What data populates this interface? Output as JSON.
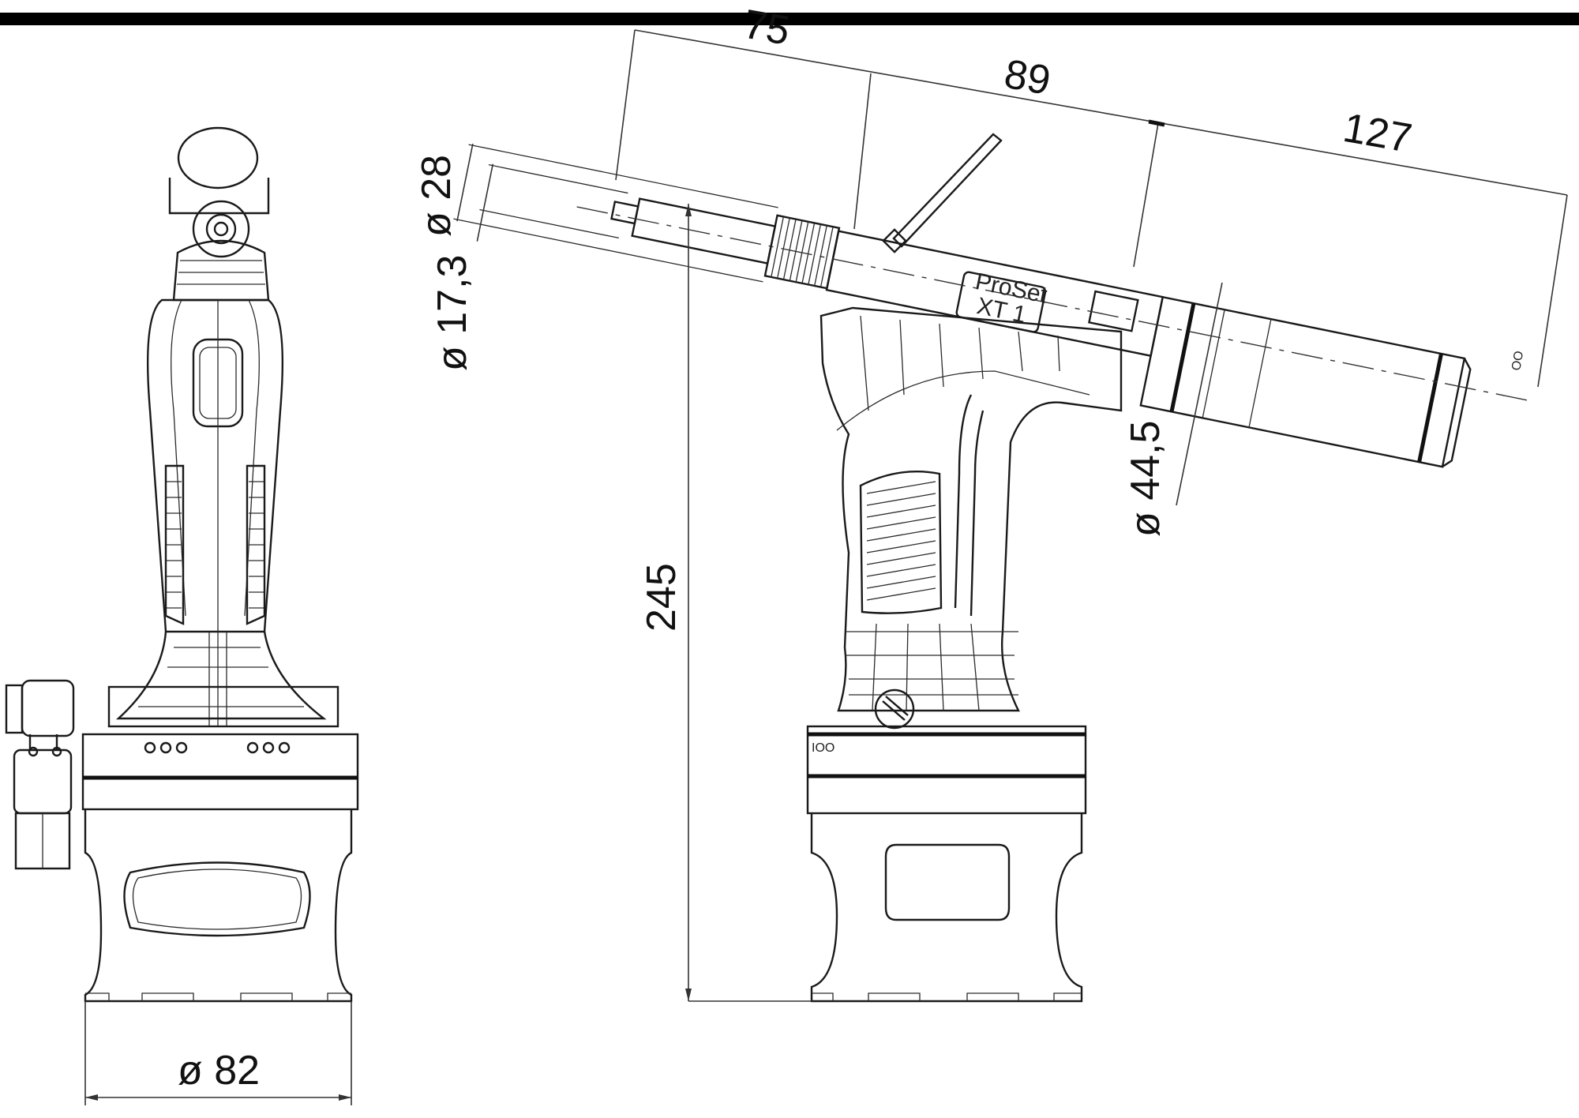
{
  "drawing": {
    "title_bar_color": "#000000",
    "brand_label": {
      "line1": "ProSet",
      "line2": "XT 1"
    },
    "views": [
      {
        "name": "front-view",
        "description": "Front view of riveting tool with battery and swivel air fitting"
      },
      {
        "name": "side-view",
        "description": "Side view of riveting tool with dimensions"
      }
    ],
    "dimensions": {
      "nose_length": "75",
      "head_length": "89",
      "cylinder_length": "127",
      "nose_outer_dia": "ø 28",
      "nose_inner_dia": "ø 17,3",
      "cylinder_dia": "ø 44,5",
      "total_height": "245",
      "base_dia": "ø 82"
    },
    "markings": {
      "cylinder_mark": "OO",
      "battery_mark": "IOO"
    }
  }
}
